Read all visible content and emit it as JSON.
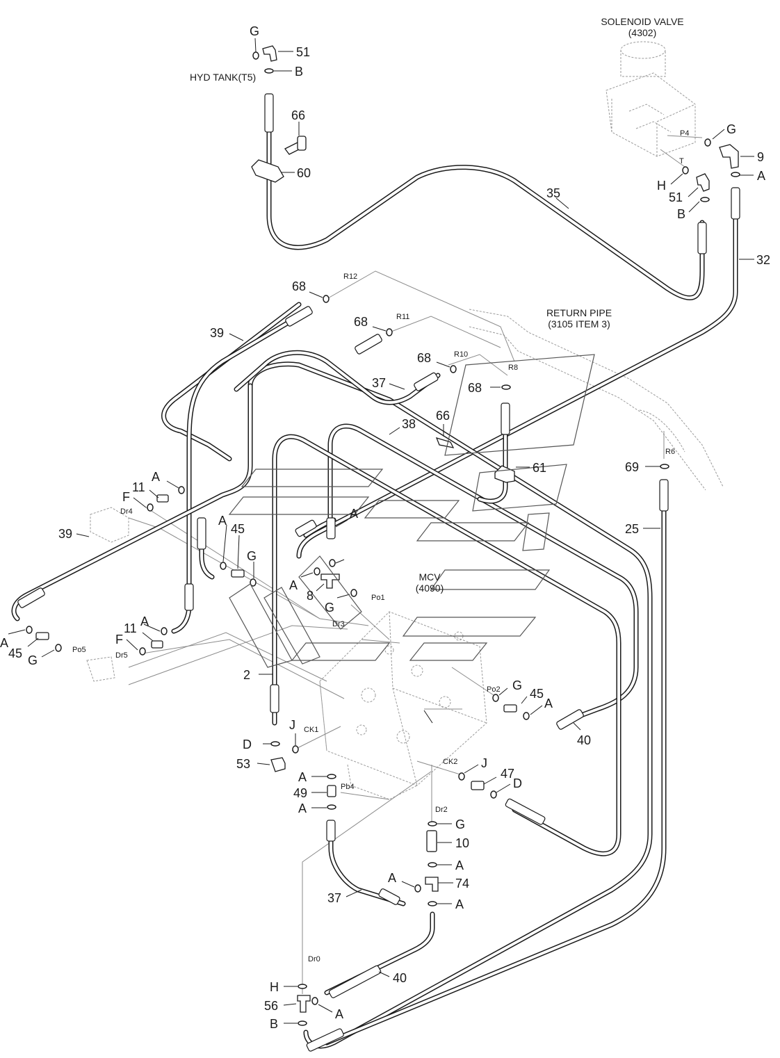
{
  "components": {
    "solenoid_valve": {
      "name": "SOLENOID VALVE",
      "ref": "(4302)"
    },
    "return_pipe": {
      "name": "RETURN PIPE",
      "ref": "(3105 ITEM 3)"
    },
    "mcv": {
      "name": "MCV",
      "ref": "(4090)"
    },
    "hyd_tank": {
      "name": "HYD TANK(T5)"
    }
  },
  "part_numbers": {
    "p2": "2",
    "p8": "8",
    "p9": "9",
    "p10": "10",
    "p11a": "11",
    "p11b": "11",
    "p25": "25",
    "p32": "32",
    "p35": "35",
    "p37a": "37",
    "p37b": "37",
    "p38": "38",
    "p39a": "39",
    "p39b": "39",
    "p40a": "40",
    "p40b": "40",
    "p45a": "45",
    "p45b": "45",
    "p45c": "45",
    "p47": "47",
    "p49": "49",
    "p51a": "51",
    "p51b": "51",
    "p53": "53",
    "p56": "56",
    "p60": "60",
    "p61": "61",
    "p66a": "66",
    "p66b": "66",
    "p68a": "68",
    "p68b": "68",
    "p68c": "68",
    "p68d": "68",
    "p69": "69",
    "p74": "74"
  },
  "oring_letters": {
    "A": "A",
    "B": "B",
    "D": "D",
    "F": "F",
    "G": "G",
    "H": "H",
    "J": "J"
  },
  "ports": {
    "P4": "P4",
    "T": "T",
    "R12": "R12",
    "R11": "R11",
    "R10": "R10",
    "R8": "R8",
    "R6": "R6",
    "Dr4": "Dr4",
    "Dr5": "Dr5",
    "Dr3": "Dr3",
    "Po1": "Po1",
    "Po2": "Po2",
    "Po5": "Po5",
    "CK1": "CK1",
    "CK2": "CK2",
    "Pb4": "Pb4",
    "Dr2": "Dr2",
    "Dr0": "Dr0"
  }
}
